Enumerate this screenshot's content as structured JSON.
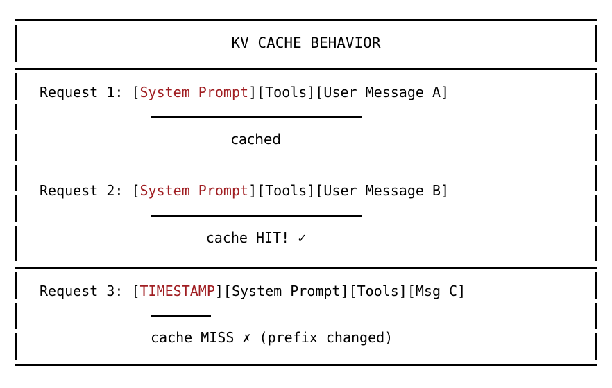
{
  "diagram": {
    "title": "KV CACHE BEHAVIOR",
    "accent_color": "#A01E22",
    "text_color": "#000000",
    "background_color": "#FFFFFF",
    "border_color": "#000000"
  },
  "requests": [
    {
      "id": "request-1",
      "label": "Request 1:",
      "segments_prefix": " [",
      "highlight": "System Prompt",
      "segments_suffix": "][Tools][User Message A]",
      "highlight_color": "#A01E22",
      "underline_label": "cached",
      "status": "cached",
      "status_icon": ""
    },
    {
      "id": "request-2",
      "label": "Request 2:",
      "segments_prefix": " [",
      "highlight": "System Prompt",
      "segments_suffix": "][Tools][User Message B]",
      "highlight_color": "#A01E22",
      "underline_label": "cache HIT! ✓",
      "status": "cache HIT!",
      "status_icon": "✓"
    },
    {
      "id": "request-3",
      "label": "Request 3:",
      "segments_prefix": " [",
      "highlight": "TIMESTAMP",
      "segments_suffix": "][System Prompt][Tools][Msg C]",
      "highlight_color": "#A01E22",
      "underline_label": "cache MISS ✗ (prefix changed)",
      "status": "cache MISS",
      "status_icon": "✗",
      "status_reason": "(prefix changed)"
    }
  ]
}
